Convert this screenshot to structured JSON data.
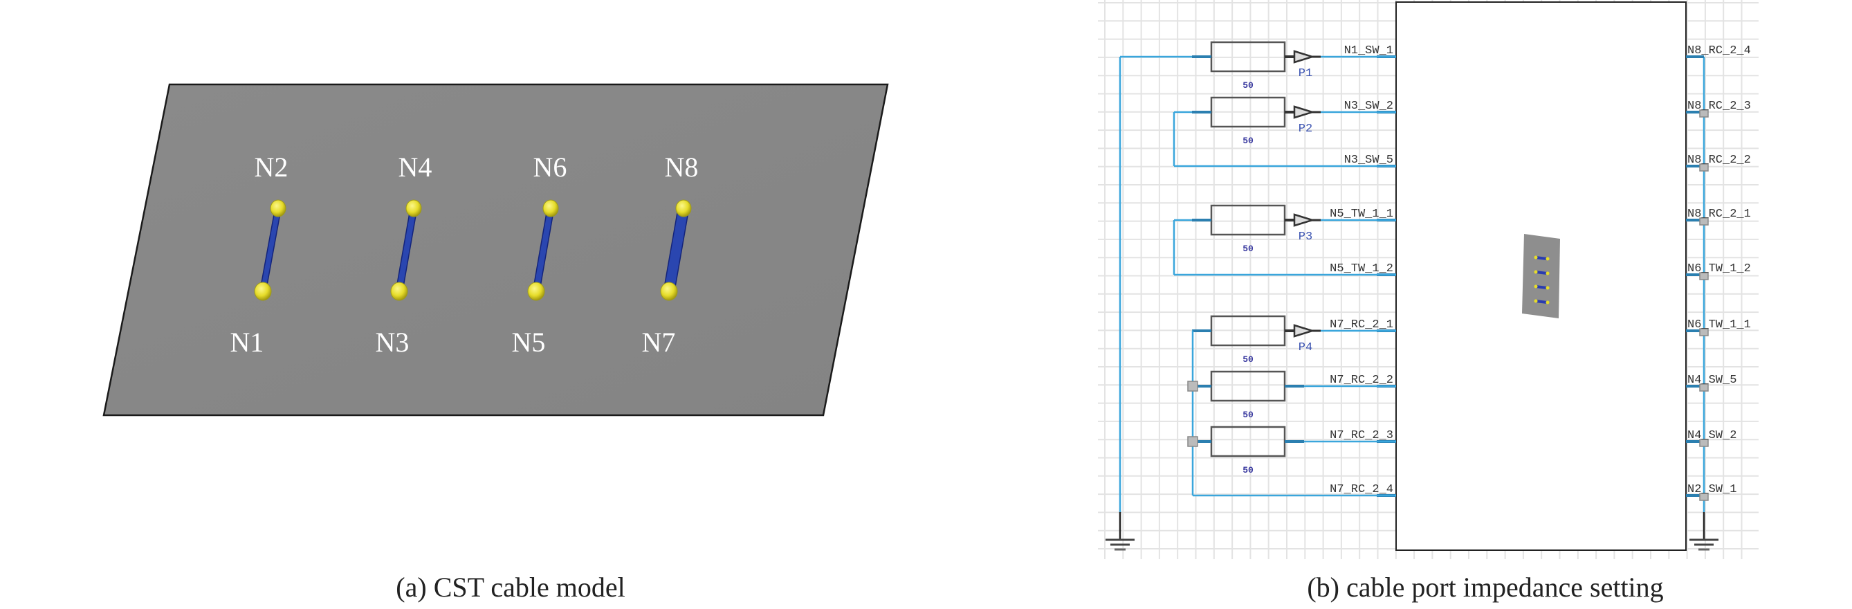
{
  "figure": {
    "panel_a": {
      "caption": "(a) CST cable model",
      "model": {
        "plate_color": "#888888",
        "wire_color": "#2a46b0",
        "node_color": "#e8e23a",
        "label_color": "#ffffff",
        "cables": [
          {
            "top_node": "N2",
            "bottom_node": "N1"
          },
          {
            "top_node": "N4",
            "bottom_node": "N3"
          },
          {
            "top_node": "N6",
            "bottom_node": "N5"
          },
          {
            "top_node": "N8",
            "bottom_node": "N7"
          }
        ]
      }
    },
    "panel_b": {
      "caption": "(b) cable port impedance setting",
      "colors": {
        "wire": "#3aa6dc",
        "grid": "#e3e3e3",
        "block": "#222222",
        "port_label": "#3a52b0",
        "resistor_value": "#3a3aa0",
        "pin_label": "#333333"
      },
      "left_pins": [
        {
          "label": "N1_SW_1",
          "port": "P1",
          "resistor": "50"
        },
        {
          "label": "N3_SW_2",
          "port": "P2",
          "resistor": "50"
        },
        {
          "label": "N3_SW_5",
          "port": "",
          "resistor": ""
        },
        {
          "label": "N5_TW_1_1",
          "port": "P3",
          "resistor": "50"
        },
        {
          "label": "N5_TW_1_2",
          "port": "",
          "resistor": ""
        },
        {
          "label": "N7_RC_2_1",
          "port": "P4",
          "resistor": "50"
        },
        {
          "label": "N7_RC_2_2",
          "port": "",
          "resistor": "50"
        },
        {
          "label": "N7_RC_2_3",
          "port": "",
          "resistor": "50"
        },
        {
          "label": "N7_RC_2_4",
          "port": "",
          "resistor": ""
        }
      ],
      "right_pins": [
        "N8_RC_2_4",
        "N8_RC_2_3",
        "N8_RC_2_2",
        "N8_RC_2_1",
        "N6_TW_1_2",
        "N6_TW_1_1",
        "N4_SW_5",
        "N4_SW_2",
        "N2_SW_1"
      ]
    }
  }
}
